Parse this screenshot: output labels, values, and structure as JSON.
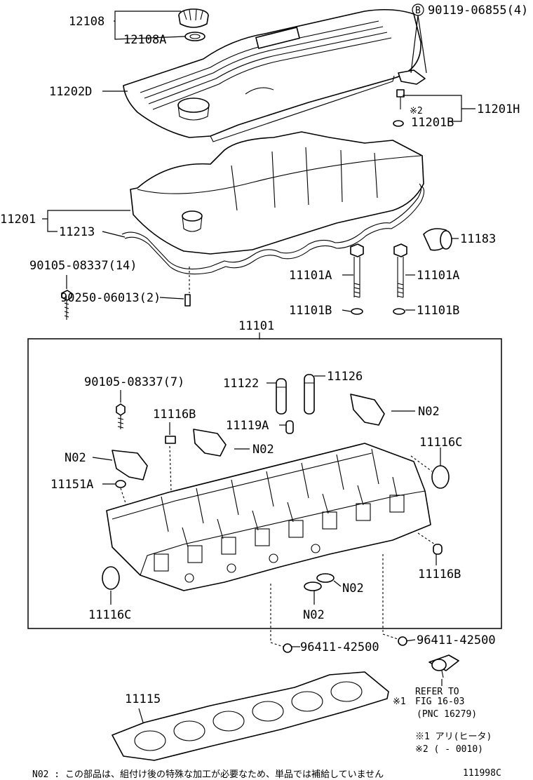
{
  "labels": {
    "p12108": "12108",
    "p12108a": "12108A",
    "p90119": "90119-06855(4)",
    "p90119_circle": "B",
    "p11202d": "11202D",
    "p11201h": "11201H",
    "p11201b": "11201B",
    "p11201b_mark": "※2",
    "p11201": "11201",
    "p11213": "11213",
    "p11183": "11183",
    "p90105_top": "90105-08337(14)",
    "p90250": "90250-06013(2)",
    "p11101a_left": "11101A",
    "p11101a_right": "11101A",
    "p11101b_left": "11101B",
    "p11101b_right": "11101B",
    "p11101": "11101",
    "p90105_inner": "90105-08337(7)",
    "p11122": "11122",
    "p11126": "11126",
    "p11116b_top": "11116B",
    "p11119a": "11119A",
    "p_n02_a": "N02",
    "p_n02_b": "N02",
    "p_n02_c": "N02",
    "p11151a": "11151A",
    "p11116c_right": "11116C",
    "p11116b_right": "11116B",
    "p11116c_left": "11116C",
    "p_n02_d": "N02",
    "p_n02_e": "N02",
    "p96411_left": "96411-42500",
    "p96411_right": "96411-42500",
    "p11115": "11115",
    "refer_line1": "REFER TO",
    "refer_line2": "FIG 16-03",
    "refer_line3": "(PNC 16279)",
    "refer_mark": "※1"
  },
  "notes": {
    "note1": "※1 アリ(ヒータ)",
    "note2": "※2 (     - 0010)",
    "footer": "N02 : この部品は、組付け後の特殊な加工が必要なため、単品では補給していません",
    "diagram_code": "111998C"
  }
}
